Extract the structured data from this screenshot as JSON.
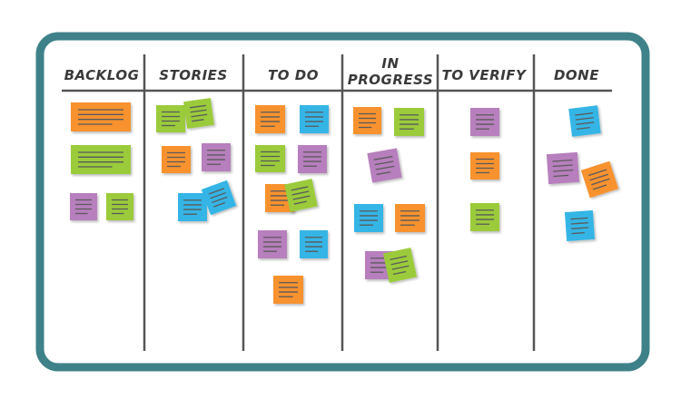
{
  "columns": [
    {
      "id": "backlog",
      "title": [
        "BACKLOG"
      ]
    },
    {
      "id": "stories",
      "title": [
        "STORIES"
      ]
    },
    {
      "id": "todo",
      "title": [
        "TO DO"
      ]
    },
    {
      "id": "in-progress",
      "title": [
        "IN",
        "PROGRESS"
      ]
    },
    {
      "id": "to-verify",
      "title": [
        "TO VERIFY"
      ]
    },
    {
      "id": "done",
      "title": [
        "DONE"
      ]
    }
  ],
  "colors": {
    "frame": "#3f8189",
    "board": "#ffffff",
    "line": "#555555",
    "orange": "#f7922e",
    "green": "#9bcb3b",
    "purple": "#b77fbd",
    "blue": "#35b5e6",
    "note_line": "#5a5a5a"
  },
  "notes": [
    {
      "column": "backlog",
      "color": "orange",
      "shape": "wide"
    },
    {
      "column": "backlog",
      "color": "green",
      "shape": "wide"
    },
    {
      "column": "backlog",
      "color": "purple"
    },
    {
      "column": "backlog",
      "color": "green"
    },
    {
      "column": "stories",
      "color": "green"
    },
    {
      "column": "stories",
      "color": "green"
    },
    {
      "column": "stories",
      "color": "orange"
    },
    {
      "column": "stories",
      "color": "purple"
    },
    {
      "column": "stories",
      "color": "blue"
    },
    {
      "column": "stories",
      "color": "blue"
    },
    {
      "column": "todo",
      "color": "orange"
    },
    {
      "column": "todo",
      "color": "blue"
    },
    {
      "column": "todo",
      "color": "green"
    },
    {
      "column": "todo",
      "color": "purple"
    },
    {
      "column": "todo",
      "color": "orange"
    },
    {
      "column": "todo",
      "color": "green"
    },
    {
      "column": "todo",
      "color": "purple"
    },
    {
      "column": "todo",
      "color": "blue"
    },
    {
      "column": "todo",
      "color": "orange"
    },
    {
      "column": "in-progress",
      "color": "orange"
    },
    {
      "column": "in-progress",
      "color": "green"
    },
    {
      "column": "in-progress",
      "color": "purple"
    },
    {
      "column": "in-progress",
      "color": "blue"
    },
    {
      "column": "in-progress",
      "color": "orange"
    },
    {
      "column": "in-progress",
      "color": "purple"
    },
    {
      "column": "in-progress",
      "color": "green"
    },
    {
      "column": "to-verify",
      "color": "purple"
    },
    {
      "column": "to-verify",
      "color": "orange"
    },
    {
      "column": "to-verify",
      "color": "green"
    },
    {
      "column": "done",
      "color": "blue"
    },
    {
      "column": "done",
      "color": "purple"
    },
    {
      "column": "done",
      "color": "orange"
    },
    {
      "column": "done",
      "color": "blue"
    }
  ]
}
